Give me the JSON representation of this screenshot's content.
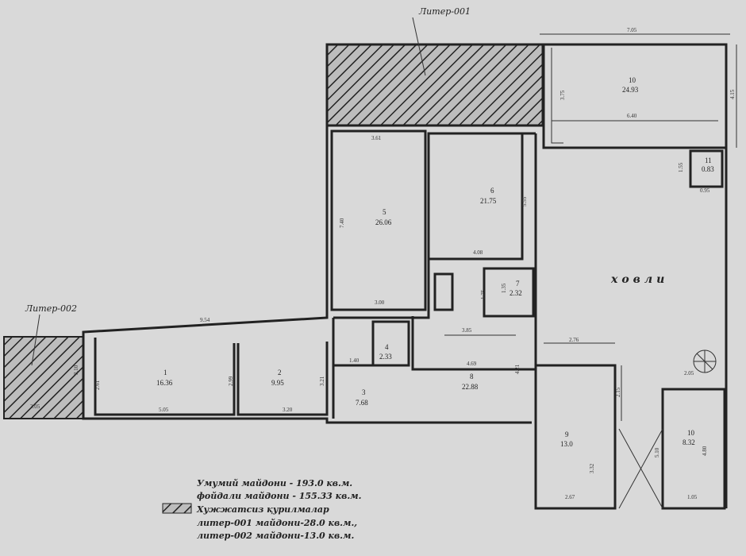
{
  "labels": {
    "liter_001": "Литер-001",
    "liter_002": "Литер-002",
    "yard": "ховли"
  },
  "rooms": [
    {
      "id": "1",
      "area": "16.36"
    },
    {
      "id": "2",
      "area": "9.95"
    },
    {
      "id": "3",
      "area": "7.68"
    },
    {
      "id": "4",
      "area": "2.33"
    },
    {
      "id": "5",
      "area": "26.06"
    },
    {
      "id": "6",
      "area": "21.75"
    },
    {
      "id": "7",
      "area": "2.32"
    },
    {
      "id": "8",
      "area": "22.88"
    },
    {
      "id": "9",
      "area": "13.0"
    },
    {
      "id": "10",
      "area": "24.93"
    },
    {
      "id": "11",
      "area": "0.83"
    },
    {
      "id": "10b",
      "label": "10",
      "area": "8.32"
    }
  ],
  "dimensions": {
    "top_width": "7.05",
    "right_height": "4.15",
    "r10_width": "6.40",
    "r10_height": "3.75",
    "r5_width": "3.61",
    "r5_height": "7.40",
    "r5_bottom": "3.00",
    "r6_height": "5.55",
    "r6_bottom": "4.08",
    "r7_height": "1.35",
    "r7_side": "1.75",
    "r8_top": "3.85",
    "r8_width": "4.69",
    "r8_height": "4.21",
    "r4_width": "1.40",
    "r1_top": "9.54",
    "r1_width": "5.05",
    "r1_height": "2.61",
    "r1_side": "2.99",
    "r2_width": "3.20",
    "r3_height": "3.21",
    "left_width": "3.05",
    "left_h": "3.10",
    "r9_top": "2.76",
    "r9_side": "2.15",
    "r9_height": "3.32",
    "r9_width": "2.67",
    "r10b_top": "2.05",
    "r10b_height": "4.80",
    "r10b_width": "1.05",
    "r10b_side": "5.10",
    "r11_side": "1.55",
    "r11_width": "0.95"
  },
  "legend": {
    "total": "Умумий майдони - 193.0 кв.м.",
    "useful": "фойдали майдони - 155.33 кв.м.",
    "unauth": "Хужжатсиз қурилмалар",
    "l001": "литер-001 майдони-28.0 кв.м.,",
    "l002": "литер-002 майдони-13.0 кв.м."
  },
  "colors": {
    "paper": "#d9d9d9",
    "ink": "#222222"
  }
}
